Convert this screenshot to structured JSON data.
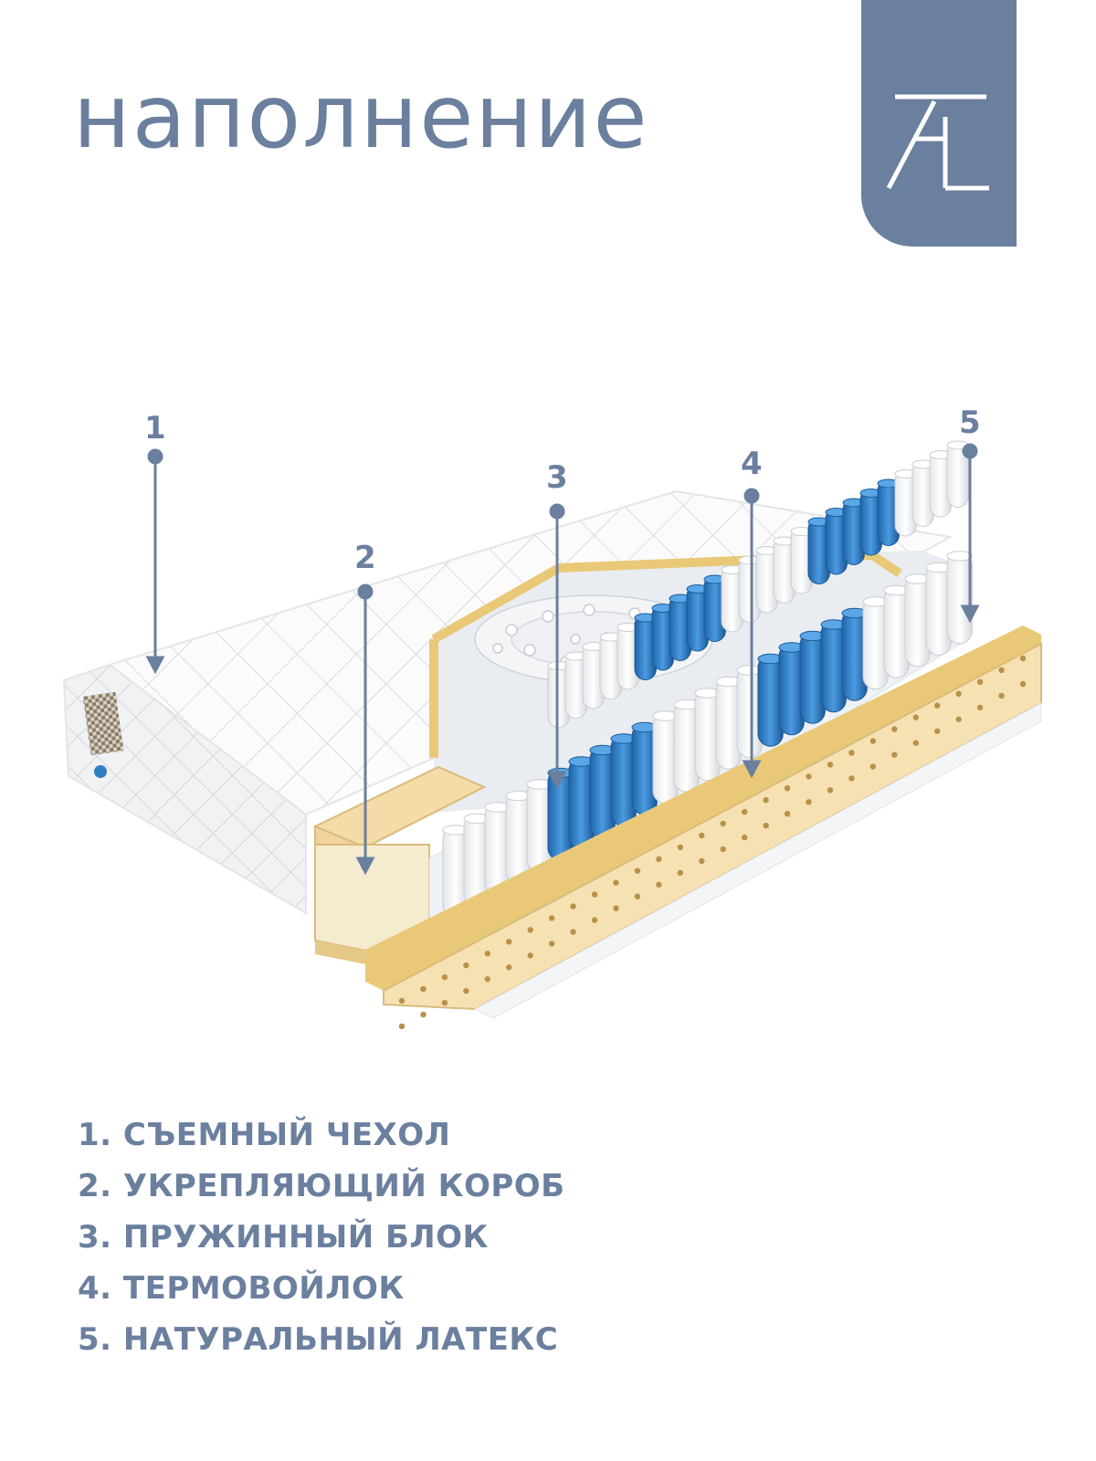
{
  "title": "наполнение",
  "logo": {
    "text": "AL"
  },
  "colors": {
    "accent": "#6b7f9e",
    "latex": "#f3dca7",
    "felt": "#e9c978",
    "spring_blue": "#2f7fc4"
  },
  "callouts": [
    {
      "number": "1"
    },
    {
      "number": "2"
    },
    {
      "number": "3"
    },
    {
      "number": "4"
    },
    {
      "number": "5"
    }
  ],
  "legend": [
    "1. СЪЕМНЫЙ ЧЕХОЛ",
    "2. УКРЕПЛЯЮЩИЙ КОРОБ",
    "3. ПРУЖИННЫЙ БЛОК",
    "4. ТЕРМОВОЙЛОК",
    "5. НАТУРАЛЬНЫЙ ЛАТЕКС"
  ]
}
